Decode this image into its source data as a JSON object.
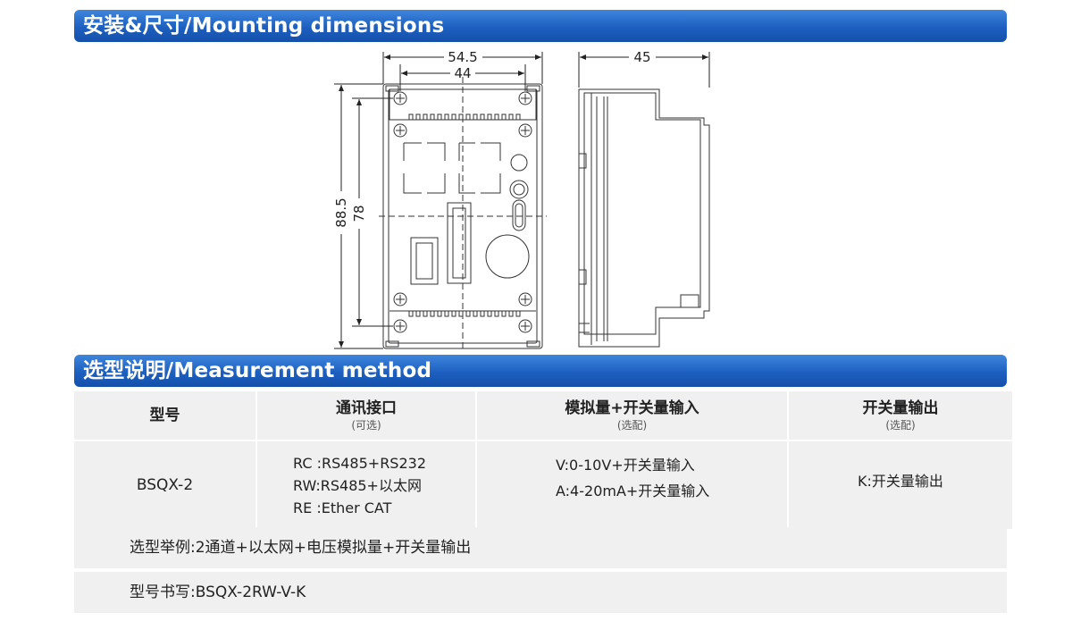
{
  "sections": {
    "mounting_title": "安装&尺寸/Mounting dimensions",
    "measurement_title": "选型说明/Measurement method"
  },
  "dimensions": {
    "width_outer": "54.5",
    "width_inner": "44",
    "height_outer": "88.5",
    "height_inner": "78",
    "depth": "45"
  },
  "table": {
    "headers": [
      {
        "main": "型号",
        "sub": ""
      },
      {
        "main": "通讯接口",
        "sub": "(可选)"
      },
      {
        "main": "模拟量+开关量输入",
        "sub": "(选配)"
      },
      {
        "main": "开关量输出",
        "sub": "(选配)"
      }
    ],
    "model": "BSQX-2",
    "comm_options": [
      "RC :RS485+RS232",
      "RW:RS485+以太网",
      "RE :Ether CAT"
    ],
    "analog_options": [
      "V:0-10V+开关量输入",
      "A:4-20mA+开关量输入"
    ],
    "output_option": "K:开关量输出"
  },
  "example": "选型举例:2通道+以太网+电压模拟量+开关量输出",
  "model_code": "型号书写:BSQX-2RW-V-K"
}
